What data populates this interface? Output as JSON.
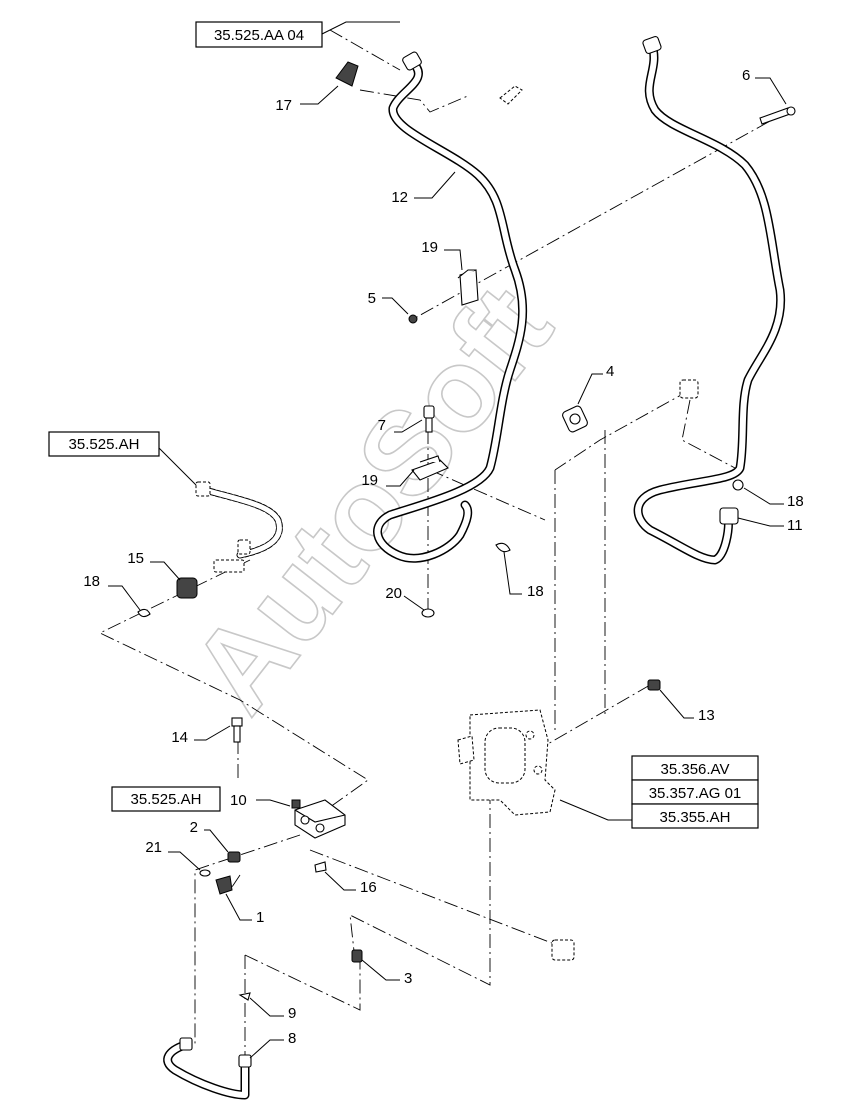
{
  "watermark": "AutoSoft",
  "reference_boxes": {
    "aa04": "35.525.AA 04",
    "ah_left": "35.525.AH",
    "ah_lower": "35.525.AH",
    "av": "35.356.AV",
    "ag01": "35.357.AG 01",
    "ah_right": "35.355.AH"
  },
  "callouts": {
    "c1": "1",
    "c2": "2",
    "c3": "3",
    "c4": "4",
    "c5": "5",
    "c6": "6",
    "c7": "7",
    "c8": "8",
    "c9": "9",
    "c10": "10",
    "c11": "11",
    "c12": "12",
    "c13": "13",
    "c14": "14",
    "c15": "15",
    "c16": "16",
    "c17": "17",
    "c18a": "18",
    "c18b": "18",
    "c18c": "18",
    "c19a": "19",
    "c19b": "19",
    "c20": "20",
    "c21": "21"
  }
}
